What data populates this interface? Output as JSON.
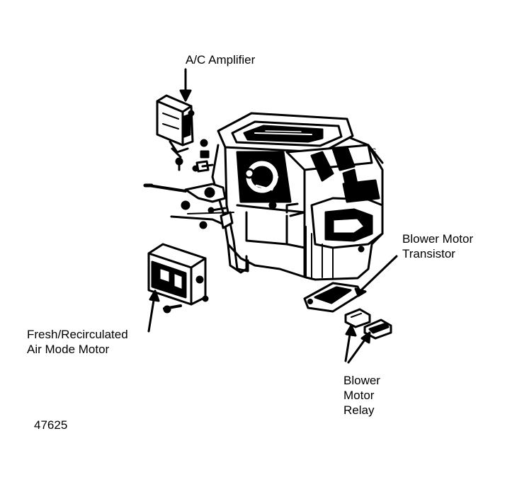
{
  "labels": {
    "ac_amplifier": "A/C Amplifier",
    "blower_motor_transistor": [
      "Blower Motor",
      "Transistor"
    ],
    "fresh_recirc_motor": [
      "Fresh/Recirculated",
      "Air Mode Motor"
    ],
    "blower_motor_relay": [
      "Blower",
      "Motor",
      "Relay"
    ],
    "figure_number": "47625"
  },
  "colors": {
    "ink": "#000000",
    "paper": "#ffffff"
  }
}
